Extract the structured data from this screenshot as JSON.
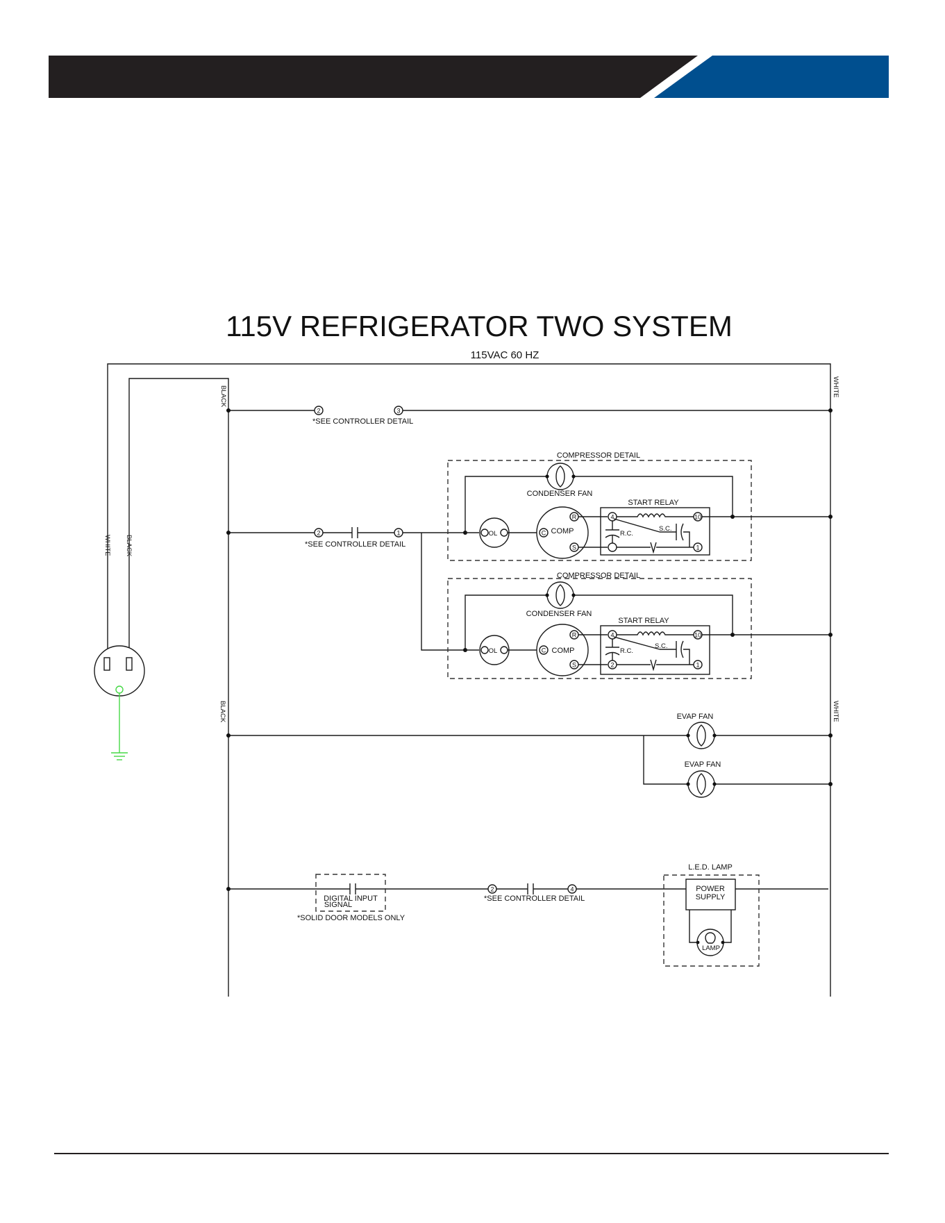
{
  "title": "115V REFRIGERATOR TWO SYSTEM",
  "supply": "115VAC 60 HZ",
  "wire_colors": {
    "black": "BLACK",
    "white": "WHITE"
  },
  "controller_note": "*SEE CONTROLLER DETAIL",
  "solid_door_note": "*SOLID DOOR MODELS ONLY",
  "controller_terminals": {
    "t1": "1",
    "t2": "2",
    "t3": "3",
    "t4": "4"
  },
  "compressor_detail": {
    "title": "COMPRESSOR DETAIL",
    "condenser_fan": "CONDENSER FAN",
    "start_relay": "START RELAY",
    "overload": "OL",
    "comp": "COMP",
    "comp_terminals": {
      "r": "R",
      "c": "C",
      "s": "S"
    },
    "relay_terminals": {
      "t4": "4",
      "t10": "10",
      "t2": "2",
      "t1": "1"
    },
    "run_capacitor": "R.C.",
    "start_capacitor": "S.C."
  },
  "evap_fan": "EVAP FAN",
  "digital_input": {
    "line1": "DIGITAL INPUT",
    "line2": "SIGNAL"
  },
  "led_lamp": {
    "title": "L.E.D. LAMP",
    "power_supply_1": "POWER",
    "power_supply_2": "SUPPLY",
    "lamp": "LAMP"
  },
  "colors": {
    "banner_dark": "#231f20",
    "banner_blue": "#004f8f",
    "ground": "#45d845",
    "line": "#1a1a1a"
  }
}
